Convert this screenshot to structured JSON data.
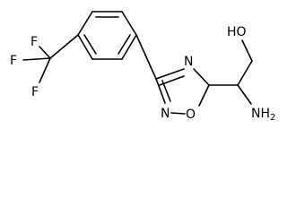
{
  "molecule": {
    "atoms": {
      "hydroxyl": "HO",
      "amine": "NH",
      "amine_subscript": "2",
      "ring_nitrogen_top": "N",
      "ring_nitrogen_bottom": "N",
      "ring_oxygen": "O",
      "fluorine_top": "F",
      "fluorine_left": "F",
      "fluorine_bottom": "F"
    }
  }
}
